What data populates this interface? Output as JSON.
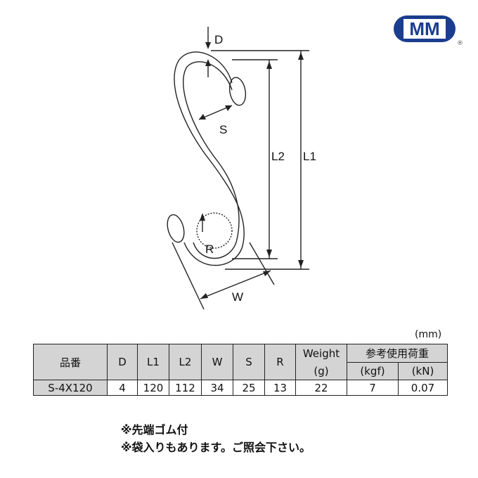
{
  "logo": {
    "text": "MM",
    "registered": "®",
    "color": "#1a3d8f"
  },
  "diagram": {
    "labels": {
      "D": "D",
      "S": "S",
      "L2": "L2",
      "L1": "L1",
      "R": "R",
      "W": "W"
    }
  },
  "table": {
    "unit": "(mm)",
    "headers": {
      "part": "品番",
      "D": "D",
      "L1": "L1",
      "L2": "L2",
      "W": "W",
      "S": "S",
      "R": "R",
      "weight": "Weight",
      "weight_unit": "(g)",
      "load": "参考使用荷重",
      "kgf": "(kgf)",
      "kn": "(kN)"
    },
    "rows": [
      {
        "part": "S-4X120",
        "D": "4",
        "L1": "120",
        "L2": "112",
        "W": "34",
        "S": "25",
        "R": "13",
        "weight": "22",
        "kgf": "7",
        "kn": "0.07"
      }
    ]
  },
  "notes": [
    "※先端ゴム付",
    "※袋入りもあります。ご照会下さい。"
  ]
}
